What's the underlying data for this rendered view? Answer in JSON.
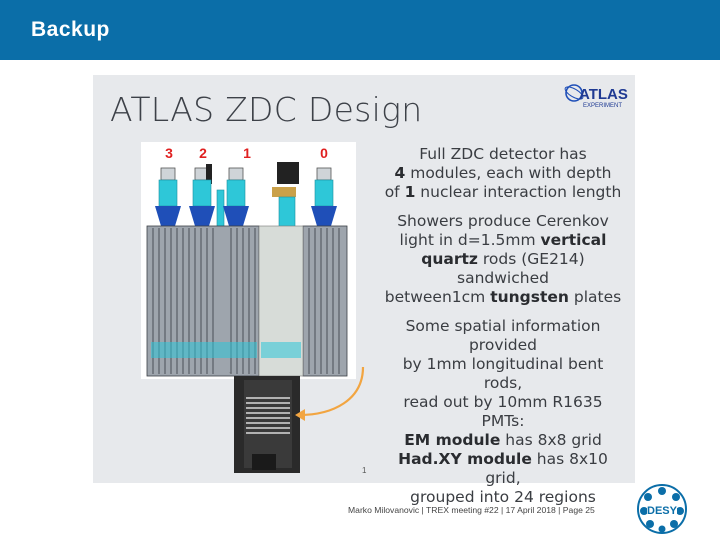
{
  "header": {
    "title": "Backup"
  },
  "slide": {
    "title": "ATLAS ZDC Design",
    "logo_text": "ATLAS",
    "logo_subtext": "EXPERIMENT",
    "module_labels": [
      "3",
      "2",
      "1",
      "0"
    ],
    "page_mark": "1",
    "paragraph1": {
      "line1": "Full ZDC detector has",
      "line2_bold": "4",
      "line2_rest": " modules, each with depth",
      "line3_pre": "of ",
      "line3_bold": "1",
      "line3_rest": " nuclear interaction length"
    },
    "paragraph2": {
      "line1": "Showers produce Cerenkov",
      "line2_pre": "light in d=1.5mm ",
      "line2_bold": "vertical",
      "line3_bold": "quartz",
      "line3_rest": " rods (GE214) sandwiched",
      "line4_pre": "between1cm ",
      "line4_bold": "tungsten",
      "line4_rest": " plates"
    },
    "paragraph3": {
      "line1": "Some spatial information provided",
      "line2": "by 1mm longitudinal bent rods,",
      "line3": "read out by 10mm R1635 PMTs:",
      "line4_bold": "EM module",
      "line4_rest": " has 8x8 grid",
      "line5_bold": "Had.XY module",
      "line5_rest": " has 8x10 grid,",
      "line6": "grouped into 24 regions"
    }
  },
  "footer": {
    "text": "Marko Milovanovic  |  TREX meeting #22  |  17 April 2018  |  Page 25"
  },
  "desy": {
    "label": "DESY"
  },
  "colors": {
    "header": "#0b6ea8",
    "module_red": "#e02020",
    "cherenkov_cyan": "#2ec7d8",
    "cone_blue": "#1f4fb8"
  }
}
